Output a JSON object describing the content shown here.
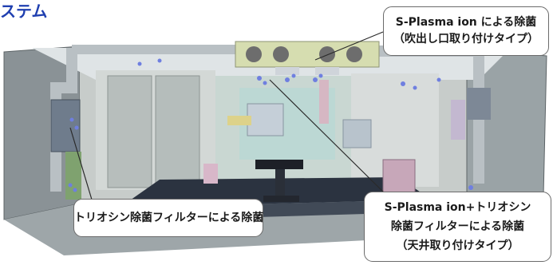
{
  "heading": "ステム",
  "callouts": {
    "top": {
      "line1": "S-Plasma ion による除菌",
      "line2": "（吹出し口取り付けタイプ）"
    },
    "left": {
      "line1": "トリオシン除菌フィルターによる除菌"
    },
    "bottom": {
      "line1": "S-Plasma ion+トリオシン",
      "line2": "除菌フィルターによる除菌",
      "line3": "（天井取り付けタイプ）"
    }
  }
}
